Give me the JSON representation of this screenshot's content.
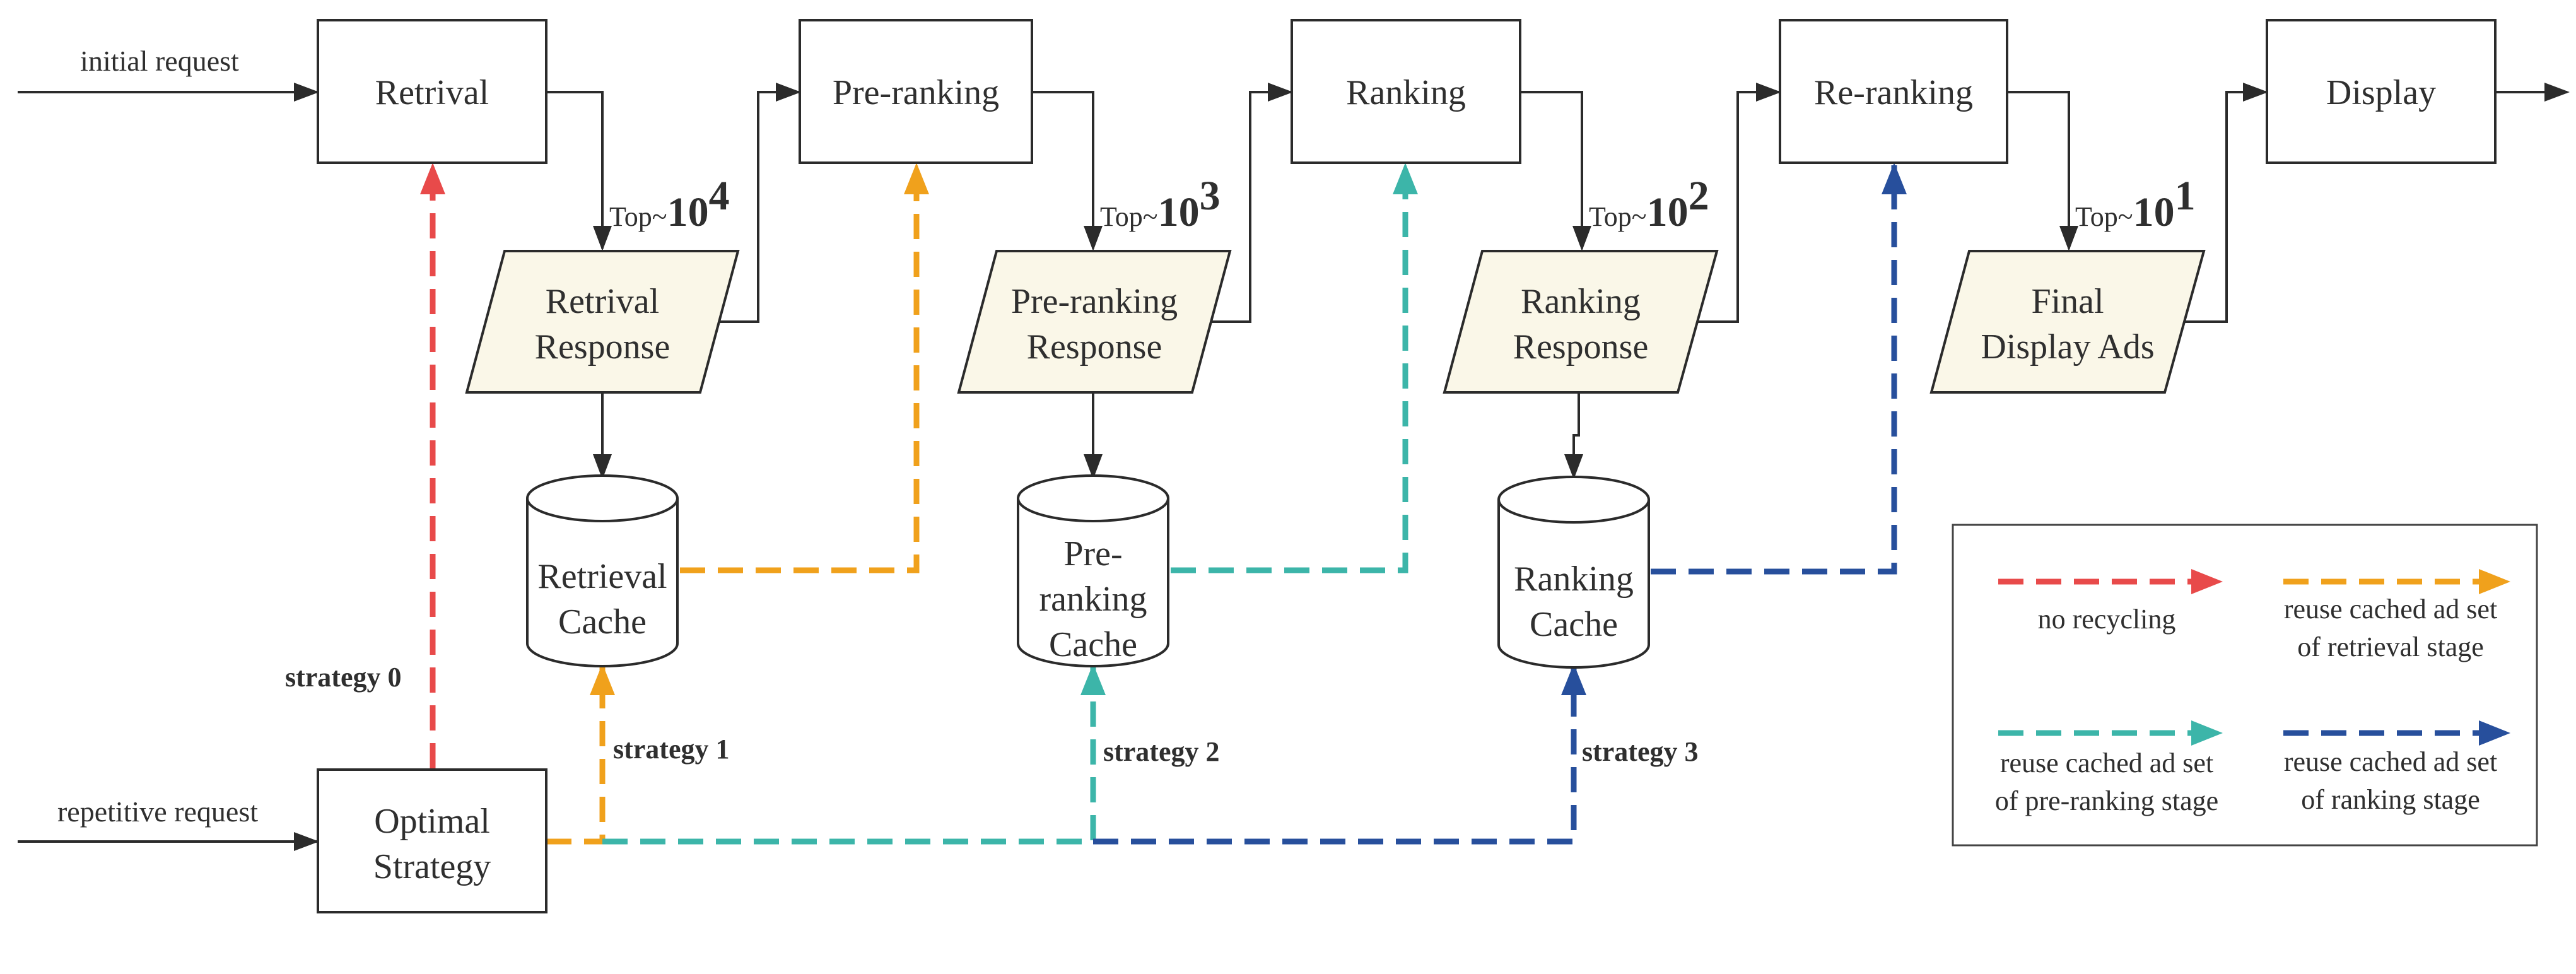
{
  "colors": {
    "red": "#e84a4a",
    "orange": "#f0a11c",
    "teal": "#3cb5a9",
    "blue": "#274f9c",
    "node_fill": "#faf7e8",
    "stroke": "#2b2b2b"
  },
  "requests": {
    "initial": "initial request",
    "repetitive": "repetitive request"
  },
  "stages": {
    "retrival": "Retrival",
    "pre_ranking": "Pre-ranking",
    "ranking": "Ranking",
    "re_ranking": "Re-ranking",
    "display": "Display",
    "optimal_line1": "Optimal",
    "optimal_line2": "Strategy"
  },
  "responses": {
    "retrival_line1": "Retrival",
    "retrival_line2": "Response",
    "pre_ranking_line1": "Pre-ranking",
    "pre_ranking_line2": "Response",
    "ranking_line1": "Ranking",
    "ranking_line2": "Response",
    "final_line1": "Final",
    "final_line2": "Display Ads"
  },
  "caches": {
    "retrieval_line1": "Retrieval",
    "retrieval_line2": "Cache",
    "pre_ranking_line1": "Pre-",
    "pre_ranking_line2": "ranking",
    "pre_ranking_line3": "Cache",
    "ranking_line1": "Ranking",
    "ranking_line2": "Cache"
  },
  "top_labels": [
    {
      "prefix": "Top~",
      "base": "10",
      "exp": "4"
    },
    {
      "prefix": "Top~",
      "base": "10",
      "exp": "3"
    },
    {
      "prefix": "Top~",
      "base": "10",
      "exp": "2"
    },
    {
      "prefix": "Top~",
      "base": "10",
      "exp": "1"
    }
  ],
  "strategies": {
    "s0": "strategy 0",
    "s1": "strategy 1",
    "s2": "strategy 2",
    "s3": "strategy 3"
  },
  "legend": {
    "no_recycling": "no recycling",
    "retrieval_line1": "reuse cached ad set",
    "retrieval_line2": "of retrieval stage",
    "preranking_line1": "reuse cached ad set",
    "preranking_line2": "of pre-ranking stage",
    "ranking_line1": "reuse cached ad set",
    "ranking_line2": "of ranking stage"
  }
}
